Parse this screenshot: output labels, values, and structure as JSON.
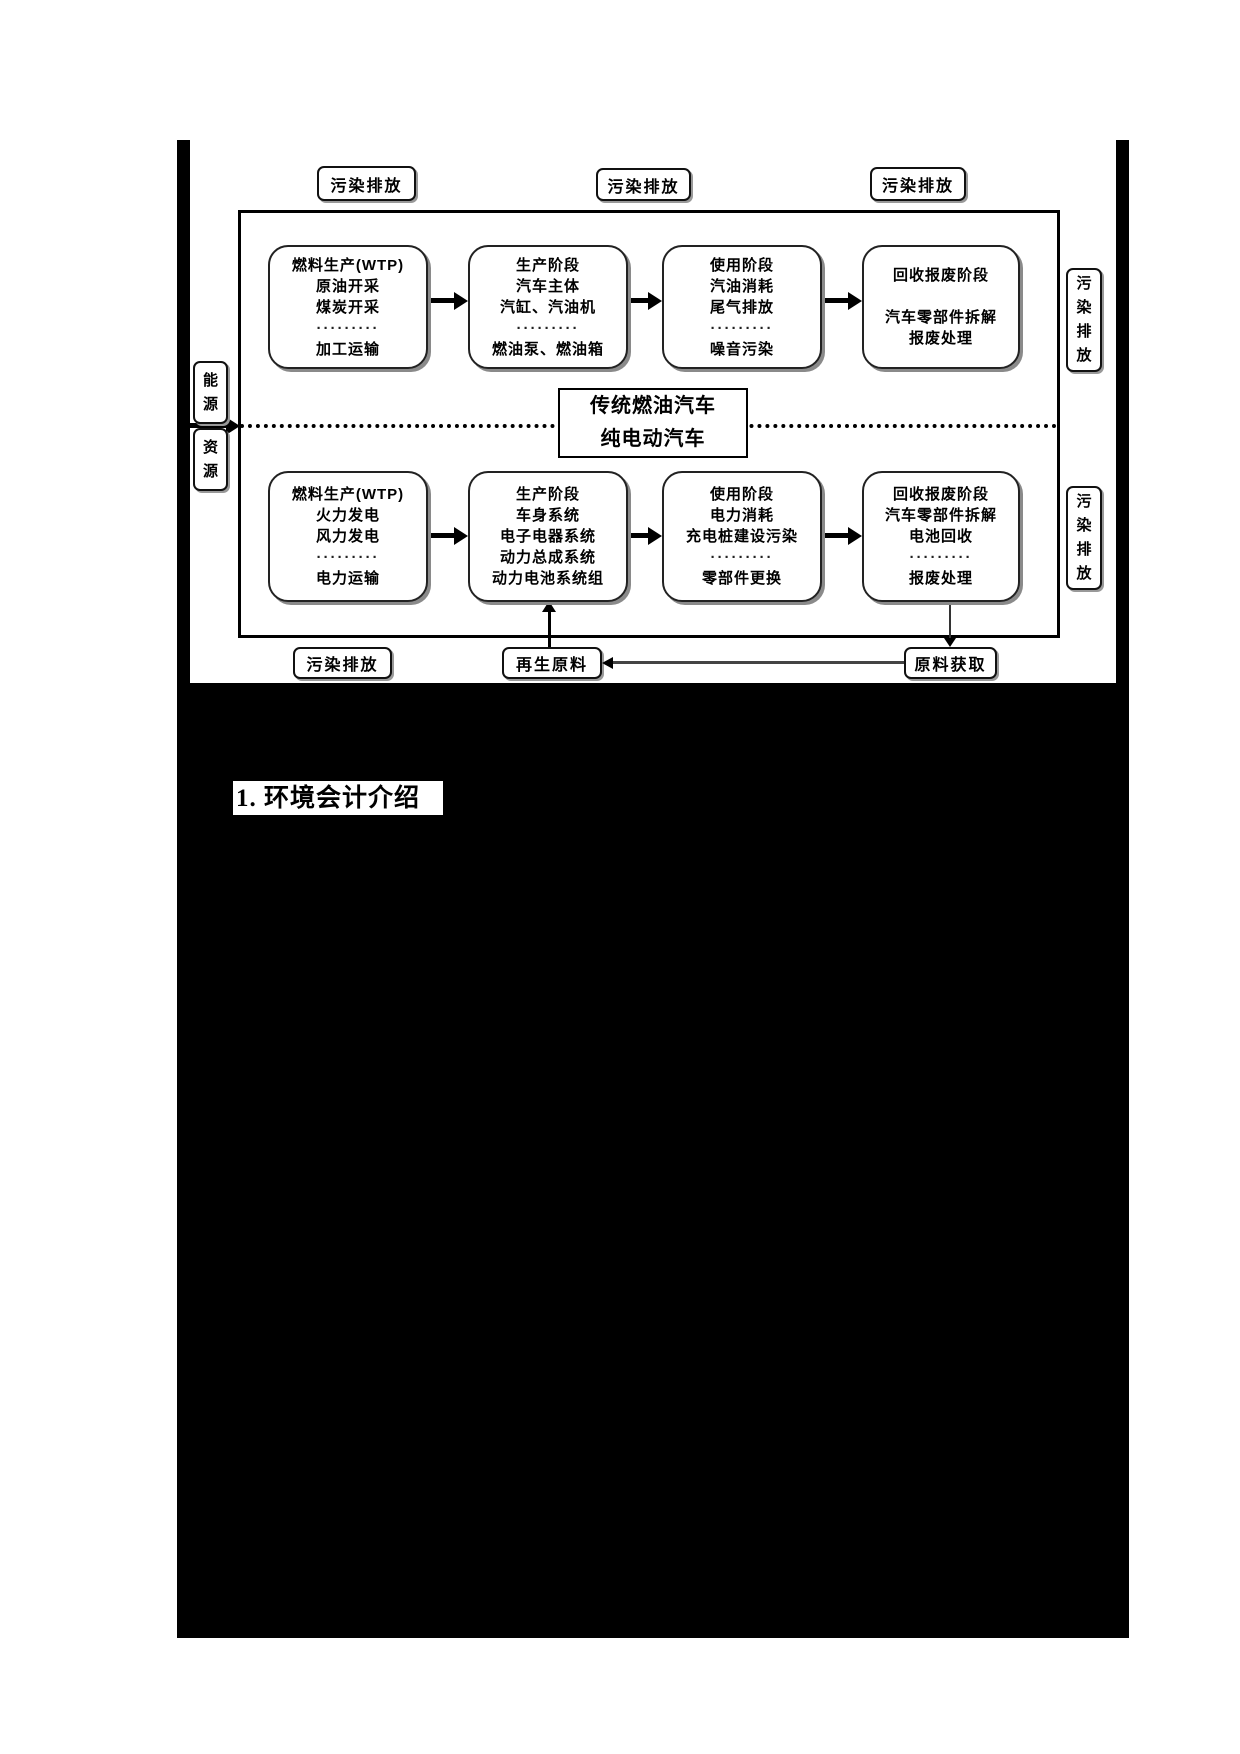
{
  "page": {
    "heading": "1. 环境会计介绍"
  },
  "diagram": {
    "top_labels": [
      "污染排放",
      "污染排放",
      "污染排放"
    ],
    "left_source": {
      "energy": "能源",
      "resource": "资源"
    },
    "center_divider": {
      "top": "传统燃油汽车",
      "bottom": "纯电动汽车"
    },
    "right_labels": [
      "污染排放",
      "污染排放"
    ],
    "row1": {
      "boxes": [
        {
          "lines": [
            "燃料生产(WTP)",
            "原油开采",
            "煤炭开采",
            "·········",
            "加工运输"
          ]
        },
        {
          "lines": [
            "生产阶段",
            "汽车主体",
            "汽缸、汽油机",
            "·········",
            "燃油泵、燃油箱"
          ]
        },
        {
          "lines": [
            "使用阶段",
            "汽油消耗",
            "尾气排放",
            "·········",
            "噪音污染"
          ]
        },
        {
          "lines": [
            "回收报废阶段",
            "",
            "汽车零部件拆解",
            "报废处理"
          ]
        }
      ]
    },
    "row2": {
      "boxes": [
        {
          "lines": [
            "燃料生产(WTP)",
            "火力发电",
            "风力发电",
            "·········",
            "电力运输"
          ]
        },
        {
          "lines": [
            "生产阶段",
            "车身系统",
            "电子电器系统",
            "动力总成系统",
            "动力电池系统组"
          ]
        },
        {
          "lines": [
            "使用阶段",
            "电力消耗",
            "充电桩建设污染",
            "·········",
            "零部件更换"
          ]
        },
        {
          "lines": [
            "回收报废阶段",
            "汽车零部件拆解",
            "电池回收",
            "·········",
            "报废处理"
          ]
        }
      ]
    },
    "bottom_labels": {
      "pollution": "污染排放",
      "recycled": "再生原料",
      "acquire": "原料获取"
    },
    "colors": {
      "ink": "#000000",
      "paper": "#ffffff"
    }
  }
}
